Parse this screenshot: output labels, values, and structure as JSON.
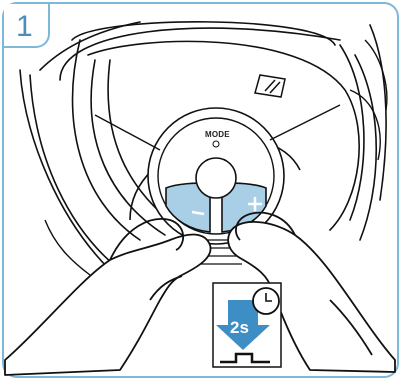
{
  "step": {
    "number": "1"
  },
  "device": {
    "mode_label": "MODE"
  },
  "hint": {
    "duration": "2s"
  },
  "colors": {
    "accent": "#4a8fb8",
    "frame": "#7db8d8",
    "button_fill": "#a9cfe6",
    "arrow": "#3d8ec4"
  }
}
